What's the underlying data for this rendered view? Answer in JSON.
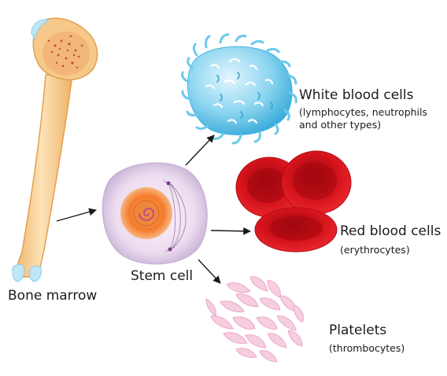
{
  "labels": {
    "bone_marrow": "Bone marrow",
    "stem_cell": "Stem cell",
    "white_blood_cells": {
      "title": "White blood cells",
      "subtitle_line1": "(lymphocytes, neutrophils",
      "subtitle_line2": "and other types)"
    },
    "red_blood_cells": {
      "title": "Red blood cells",
      "subtitle": "(erythrocytes)"
    },
    "platelets": {
      "title": "Platelets",
      "subtitle": "(thrombocytes)"
    }
  },
  "colors": {
    "bone": "#f6c98a",
    "bone_highlight": "#fde9c4",
    "marrow_red": "#c6502c",
    "bone_cap": "#bfe6f5",
    "white_cell": "#5cc3e6",
    "red_cell": "#d3121b",
    "stem_cell_outer": "#e8d8ef",
    "stem_cell_nucleus": "#f47a2a",
    "platelet": "#f7cde0",
    "arrow": "#1a1a1a"
  }
}
